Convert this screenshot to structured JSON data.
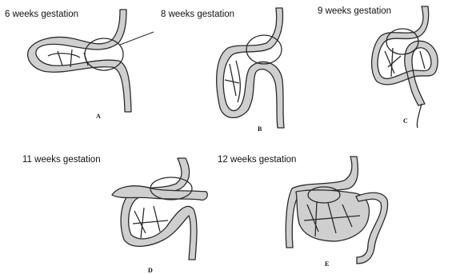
{
  "panels": [
    {
      "caption": "6 weeks gestation",
      "letter": "A"
    },
    {
      "caption": "8  weeks gestation",
      "letter": "B"
    },
    {
      "caption": "9 weeks gestation",
      "letter": "C"
    },
    {
      "caption": "11  weeks gestation",
      "letter": "D"
    },
    {
      "caption": "12  weeks gestation",
      "letter": "E"
    }
  ],
  "colors": {
    "stroke": "#2a2a2a",
    "fill": "#cfcfcf",
    "inner": "#ededed"
  }
}
